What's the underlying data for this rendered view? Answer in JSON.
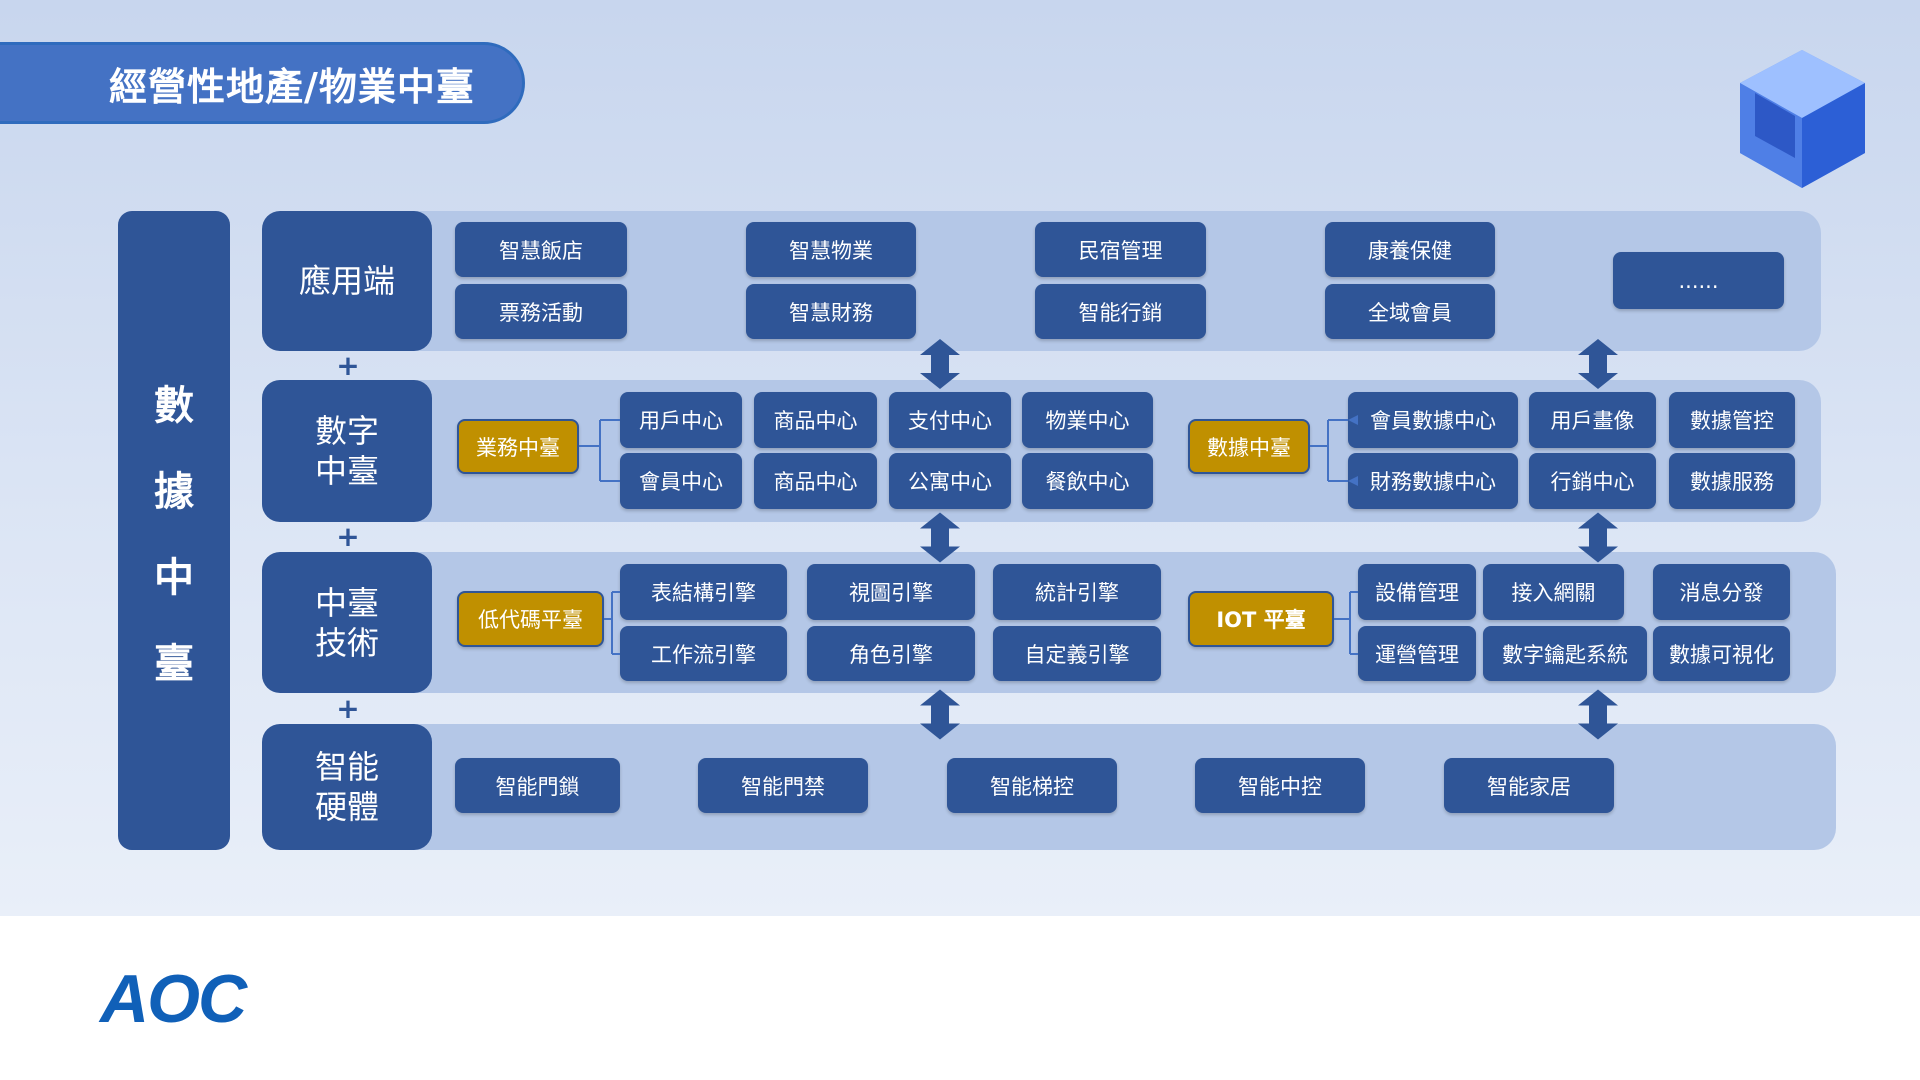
{
  "title": "經營性地產/物業中臺",
  "side_bar": [
    "數",
    "據",
    "中",
    "臺"
  ],
  "logo": "AOC",
  "rows": {
    "app": {
      "label": "應用端",
      "items": [
        "智慧飯店",
        "票務活動",
        "智慧物業",
        "智慧財務",
        "民宿管理",
        "智能行銷",
        "康養保健",
        "全域會員",
        "......"
      ]
    },
    "digital": {
      "label": "數字\n中臺",
      "hub1": "業務中臺",
      "items1": [
        "用戶中心",
        "會員中心",
        "商品中心",
        "商品中心",
        "支付中心",
        "公寓中心",
        "物業中心",
        "餐飲中心"
      ],
      "hub2": "數據中臺",
      "items2": [
        "會員數據中心",
        "財務數據中心",
        "用戶畫像",
        "行銷中心",
        "數據管控",
        "數據服務"
      ]
    },
    "tech": {
      "label": "中臺\n技術",
      "hub1": "低代碼平臺",
      "items1": [
        "表結構引擎",
        "工作流引擎",
        "視圖引擎",
        "角色引擎",
        "統計引擎",
        "自定義引擎"
      ],
      "hub2": "IOT 平臺",
      "items2": [
        "設備管理",
        "運營管理",
        "接入網關",
        "數字鑰匙系統",
        "消息分發",
        "數據可視化"
      ]
    },
    "hardware": {
      "label": "智能\n硬體",
      "items": [
        "智能門鎖",
        "智能門禁",
        "智能梯控",
        "智能中控",
        "智能家居"
      ]
    }
  },
  "plus": "+",
  "colors": {
    "primary": "#2f5597",
    "band": "#b4c7e7",
    "gold": "#c09000",
    "title": "#4472c4"
  }
}
